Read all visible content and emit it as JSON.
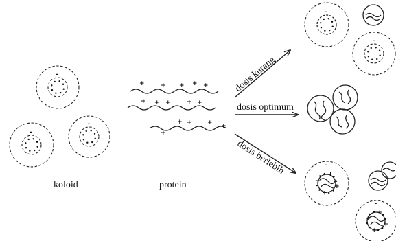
{
  "labels": {
    "colloid": "koloid",
    "protein": "protein",
    "dose_low": "dosis kurang",
    "dose_optimum": "dosis optimum",
    "dose_excess": "dosis berlebih"
  },
  "symbols": {
    "positive": "+",
    "negative": "-"
  }
}
